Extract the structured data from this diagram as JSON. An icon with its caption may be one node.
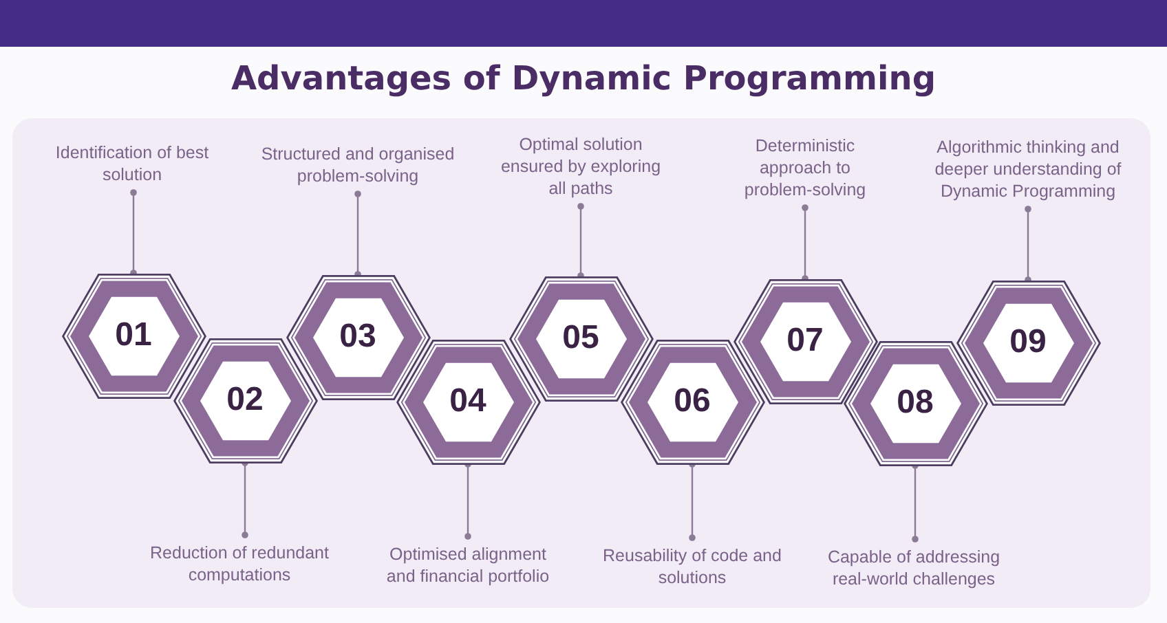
{
  "diagram": {
    "title": "Advantages of Dynamic Programming",
    "nodes": [
      {
        "text": [
          "01"
        ]
      },
      {
        "text": [
          "02"
        ]
      },
      {
        "text": [
          "03"
        ]
      },
      {
        "text": [
          "04"
        ]
      },
      {
        "text": [
          "05"
        ]
      },
      {
        "text": [
          "06"
        ]
      },
      {
        "text": [
          "07"
        ]
      },
      {
        "text": [
          "08"
        ]
      },
      {
        "text": [
          "09"
        ]
      },
      {
        "text": [
          "Identification of best solution"
        ]
      },
      {
        "text": [
          "Reduction of redundant computations"
        ]
      },
      {
        "text": [
          "Structured and organised problem-solving"
        ]
      },
      {
        "text": [
          "Optimised alignment and financial portfolio"
        ]
      },
      {
        "text": [
          "Optimal solution ensured by exploring all paths"
        ]
      },
      {
        "text": [
          "Reusability of code and solutions"
        ]
      },
      {
        "text": [
          "Deterministic approach to problem-solving"
        ]
      },
      {
        "text": [
          "Capable of addressing real-world challenges"
        ]
      },
      {
        "text": [
          "Algorithmic thinking and deeper understanding of Dynamic Programming"
        ]
      }
    ],
    "edges": [
      {
        "from": 9,
        "to": 0,
        "arrow": "other"
      },
      {
        "from": 10,
        "to": 1,
        "arrow": "other"
      },
      {
        "from": 11,
        "to": 2,
        "arrow": "other"
      },
      {
        "from": 12,
        "to": 3,
        "arrow": "other"
      },
      {
        "from": 13,
        "to": 4,
        "arrow": "other"
      },
      {
        "from": 14,
        "to": 5,
        "arrow": "other"
      },
      {
        "from": 15,
        "to": 6,
        "arrow": "other"
      },
      {
        "from": 16,
        "to": 7,
        "arrow": "other"
      },
      {
        "from": 17,
        "to": 8,
        "arrow": "other"
      }
    ]
  }
}
